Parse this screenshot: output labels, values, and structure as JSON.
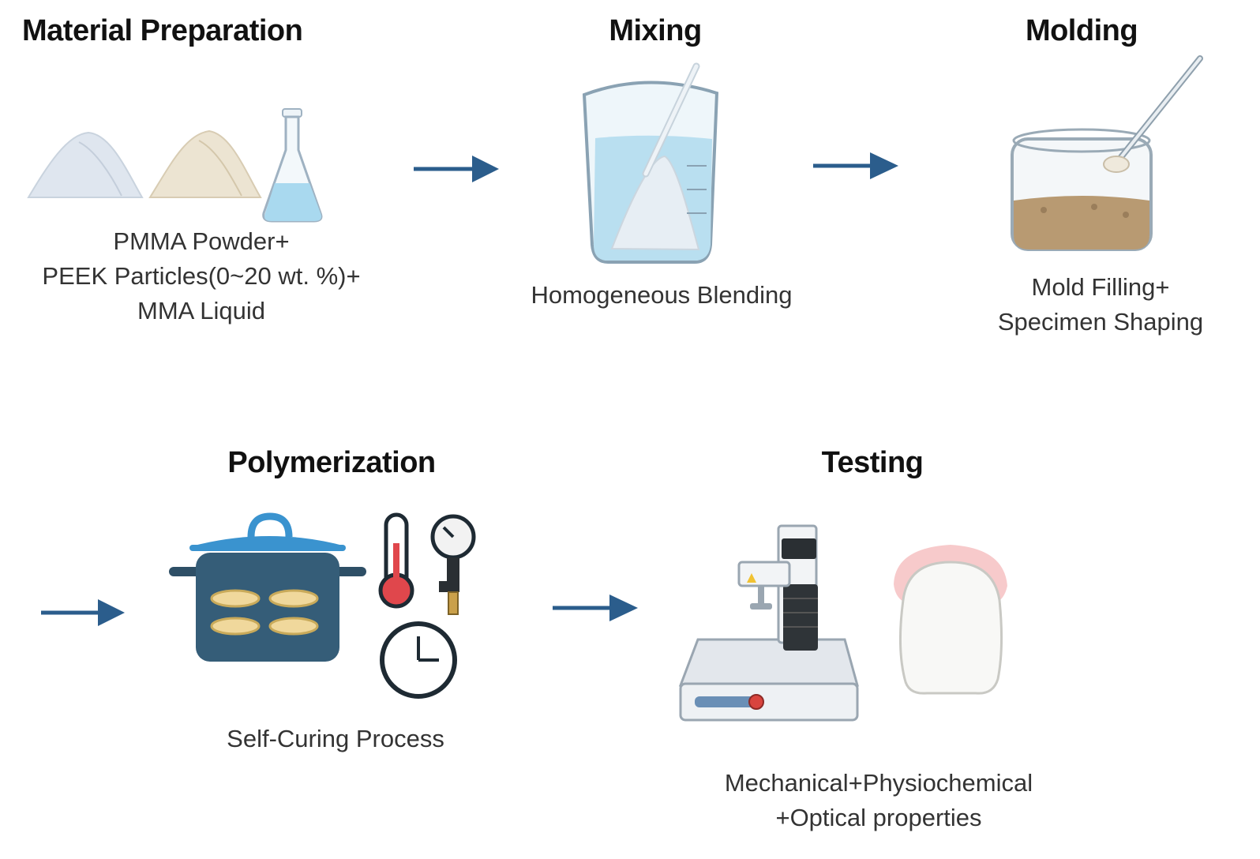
{
  "steps": [
    {
      "title": "Material Preparation",
      "lines": [
        "PMMA Powder+",
        "PEEK Particles(0~20 wt. %)+",
        "MMA Liquid"
      ],
      "icons": [
        "pmma-powder-pile-icon",
        "peek-powder-pile-icon",
        "mma-liquid-flask-icon"
      ]
    },
    {
      "title": "Mixing",
      "lines": [
        "Homogeneous Blending"
      ],
      "icons": [
        "beaker-with-stirring-rod-icon"
      ]
    },
    {
      "title": "Molding",
      "lines": [
        "Mold Filling+",
        "Specimen Shaping"
      ],
      "icons": [
        "mold-dish-with-spatula-icon"
      ]
    },
    {
      "title": "Polymerization",
      "lines": [
        "Self-Curing Process"
      ],
      "icons": [
        "pressure-pot-icon",
        "thermometer-icon",
        "pressure-gauge-icon",
        "clock-icon"
      ]
    },
    {
      "title": "Testing",
      "lines": [
        "Mechanical+Physiochemical",
        "+Optical properties"
      ],
      "icons": [
        "hardness-tester-machine-icon",
        "tooth-icon"
      ]
    }
  ],
  "colors": {
    "arrow": "#2b5d8c",
    "pot": "#355d78",
    "lid": "#3a93cf",
    "water": "#bfe3f3",
    "molded_resin": "#b89a72",
    "thermo_red": "#e0474c",
    "gum_pink": "#f2a6a8"
  }
}
